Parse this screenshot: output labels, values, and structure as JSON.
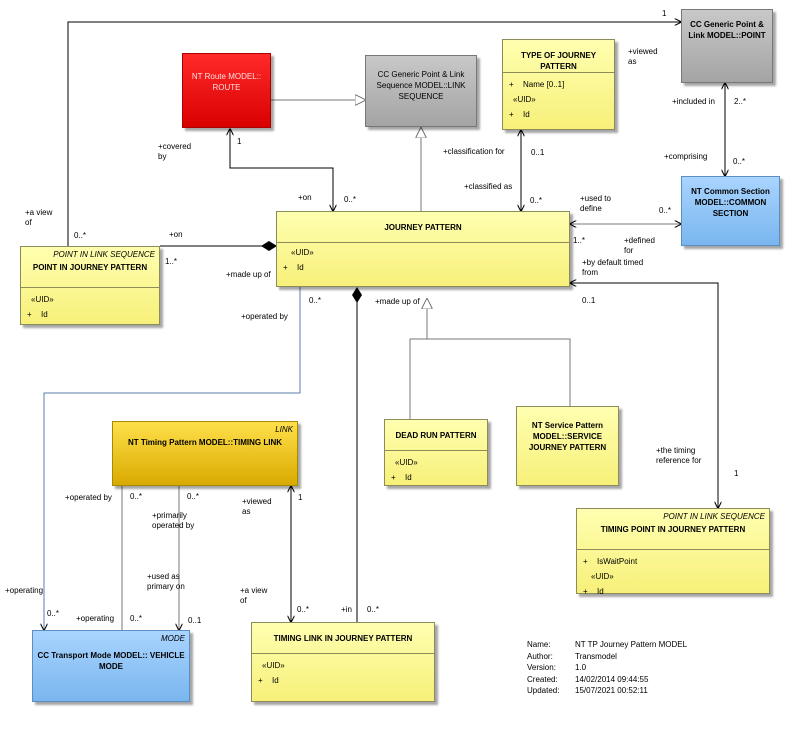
{
  "classes": {
    "route": {
      "title": "NT Route MODEL:: ROUTE"
    },
    "link_sequence": {
      "title": "CC Generic Point & Link Sequence MODEL::LINK SEQUENCE"
    },
    "type_of_jp": {
      "title": "TYPE OF JOURNEY PATTERN",
      "attr1": "Name [0..1]",
      "uid": "«UID»",
      "attr2": "Id",
      "vis": "+"
    },
    "point": {
      "title": "CC Generic Point & Link MODEL::POINT"
    },
    "common_section": {
      "title": "NT Common Section MODEL::COMMON SECTION"
    },
    "journey_pattern": {
      "title": "JOURNEY PATTERN",
      "uid": "«UID»",
      "attr": "Id",
      "vis": "+"
    },
    "point_in_jp": {
      "stereotype": "POINT IN LINK SEQUENCE",
      "title": "POINT IN JOURNEY PATTERN",
      "uid": "«UID»",
      "attr": "Id",
      "vis": "+"
    },
    "timing_link": {
      "stereotype": "LINK",
      "title": "NT Timing Pattern MODEL::TIMING LINK"
    },
    "dead_run": {
      "title": "DEAD RUN PATTERN",
      "uid": "«UID»",
      "attr": "Id",
      "vis": "+"
    },
    "service_pattern": {
      "title": "NT Service Pattern MODEL::SERVICE JOURNEY PATTERN"
    },
    "timing_point_in_jp": {
      "stereotype": "POINT IN LINK SEQUENCE",
      "title": "TIMING POINT IN JOURNEY PATTERN",
      "attr1": "IsWaitPoint",
      "uid": "«UID»",
      "attr2": "Id",
      "vis": "+"
    },
    "vehicle_mode": {
      "stereotype": "MODE",
      "title": "CC Transport Mode MODEL:: VEHICLE MODE"
    },
    "timing_link_in_jp": {
      "title": "TIMING LINK IN JOURNEY PATTERN",
      "uid": "«UID»",
      "attr": "Id",
      "vis": "+"
    }
  },
  "labels": {
    "m1": "1",
    "viewed_as": "+viewed\nas",
    "included_in": "+included in",
    "m_2star": "2..*",
    "comprising": "+comprising",
    "m_0star_a": "0..*",
    "covered_by": "+covered\nby",
    "m1b": "1",
    "classification_for": "+classification for",
    "m_01a": "0..1",
    "classified_as": "+classified as",
    "m_0star_b": "0..*",
    "used_to_define": "+used to\ndefine",
    "m_0star_c": "0..*",
    "on1": "+on",
    "m_0star_d": "0..*",
    "a_view_of": "+a view\nof",
    "m_0star_e": "0..*",
    "on2": "+on",
    "m_1star": "1..*",
    "made_up_of": "+made up of",
    "m_1star_b": "1..*",
    "defined_for": "+defined\nfor",
    "by_default_timed_from": "+by default timed\nfrom",
    "m_01b": "0..1",
    "operated_by": "+operated by",
    "m_0star_f": "0..*",
    "made_up_of_2": "+made up of",
    "operated_by_2": "+operated by",
    "m_0star_g": "0..*",
    "m_0star_h": "0..*",
    "primarily_operated_by": "+primarily\noperated by",
    "viewed_as_2": "+viewed\nas",
    "m1c": "1",
    "the_timing_reference_for": "+the timing\nreference for",
    "m1d": "1",
    "used_as_primary_on": "+used as\nprimary on",
    "operating": "+operating",
    "m_0star_i": "0..*",
    "operating_2": "+operating",
    "m_0star_j": "0..*",
    "m_01c": "0..1",
    "a_view_of_2": "+a view\nof",
    "m_0star_k": "0..*",
    "in": "+in",
    "m_0star_l": "0..*"
  },
  "metadata": {
    "name_k": "Name:",
    "name_v": "NT TP Journey Pattern MODEL",
    "author_k": "Author:",
    "author_v": "Transmodel",
    "version_k": "Version:",
    "version_v": "1.0",
    "created_k": "Created:",
    "created_v": "14/02/2014 09:44:55",
    "updated_k": "Updated:",
    "updated_v": "15/07/2021 00:52:11"
  }
}
